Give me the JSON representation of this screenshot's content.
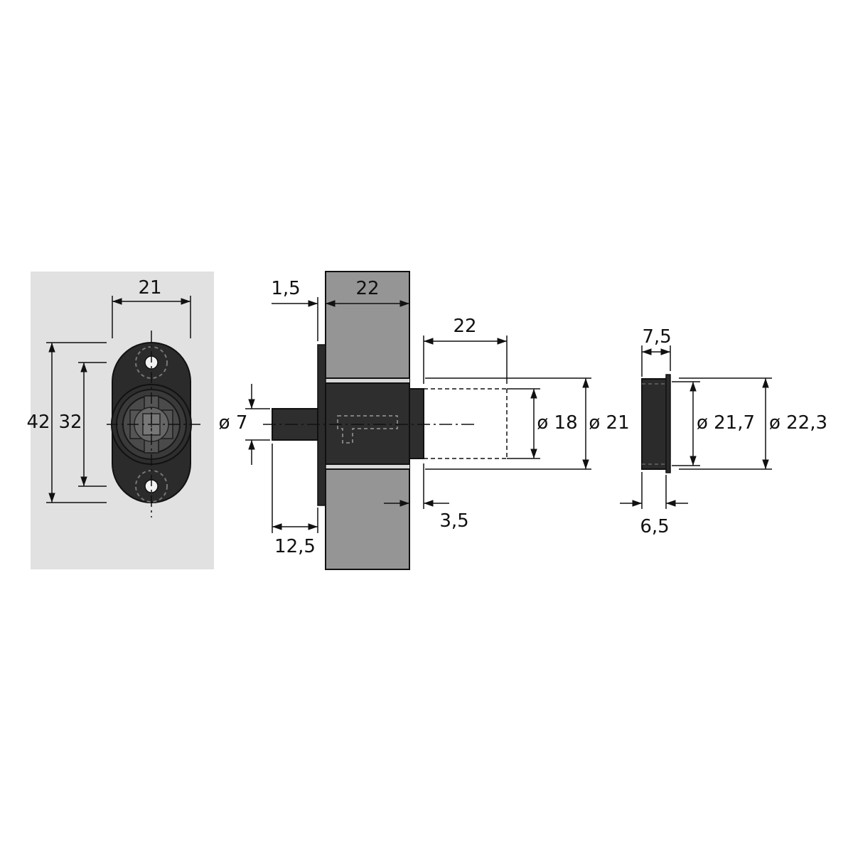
{
  "front_view": {
    "width": "21",
    "height_outer": "42",
    "height_holes": "32"
  },
  "side_view": {
    "flange": "1,5",
    "panel": "22",
    "drill_depth": "22",
    "pin_dia": "ø 7",
    "bore_dia": "ø 18",
    "body_dia": "ø 21",
    "pin_length": "12,5",
    "gap": "3,5"
  },
  "cap_view": {
    "depth": "7,5",
    "body_depth": "6,5",
    "inner_dia": "ø 21,7",
    "outer_dia": "ø 22,3"
  }
}
